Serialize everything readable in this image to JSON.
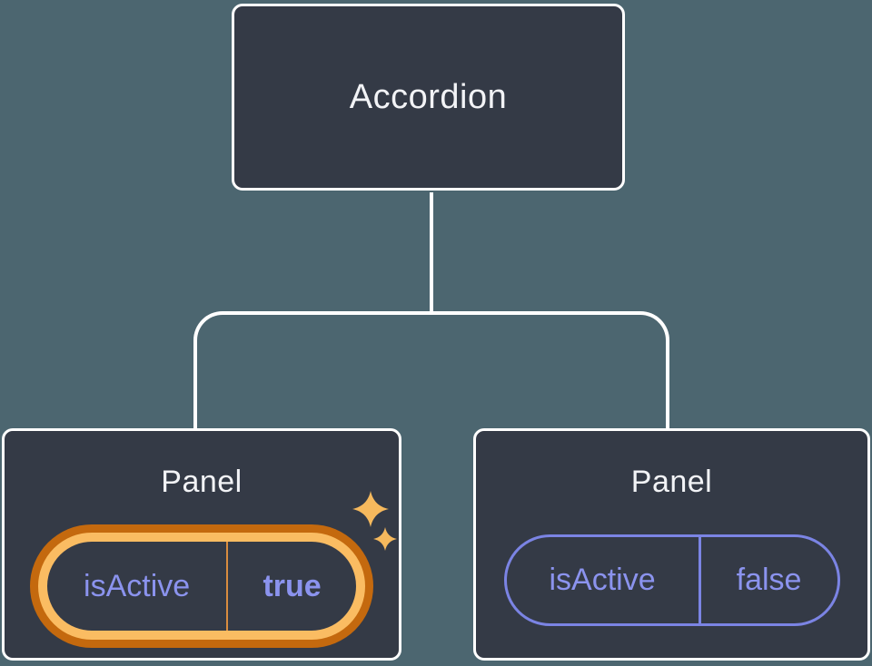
{
  "diagram": {
    "description": "component tree: Accordion parent with two Panel children showing isActive state",
    "accordion": {
      "label": "Accordion"
    },
    "panels": {
      "left": {
        "title": "Panel",
        "prop_name": "isActive",
        "prop_value": "true",
        "highlighted": true,
        "icons": [
          "sparkle-icon",
          "sparkle-icon"
        ]
      },
      "right": {
        "title": "Panel",
        "prop_name": "isActive",
        "prop_value": "false",
        "highlighted": false
      }
    }
  },
  "colors": {
    "background": "#4c6670",
    "node_fill": "#343a46",
    "node_border": "#ffffff",
    "connector": "#ffffff",
    "title_text": "#f2f3f6",
    "prop_text": "#8b93ee",
    "pill_border_purple": "#7b84e4",
    "highlight_outer": "#c4690e",
    "highlight_inner": "#fabc62",
    "divider_orange": "#d98c3f",
    "sparkle": "#f6b95d"
  }
}
